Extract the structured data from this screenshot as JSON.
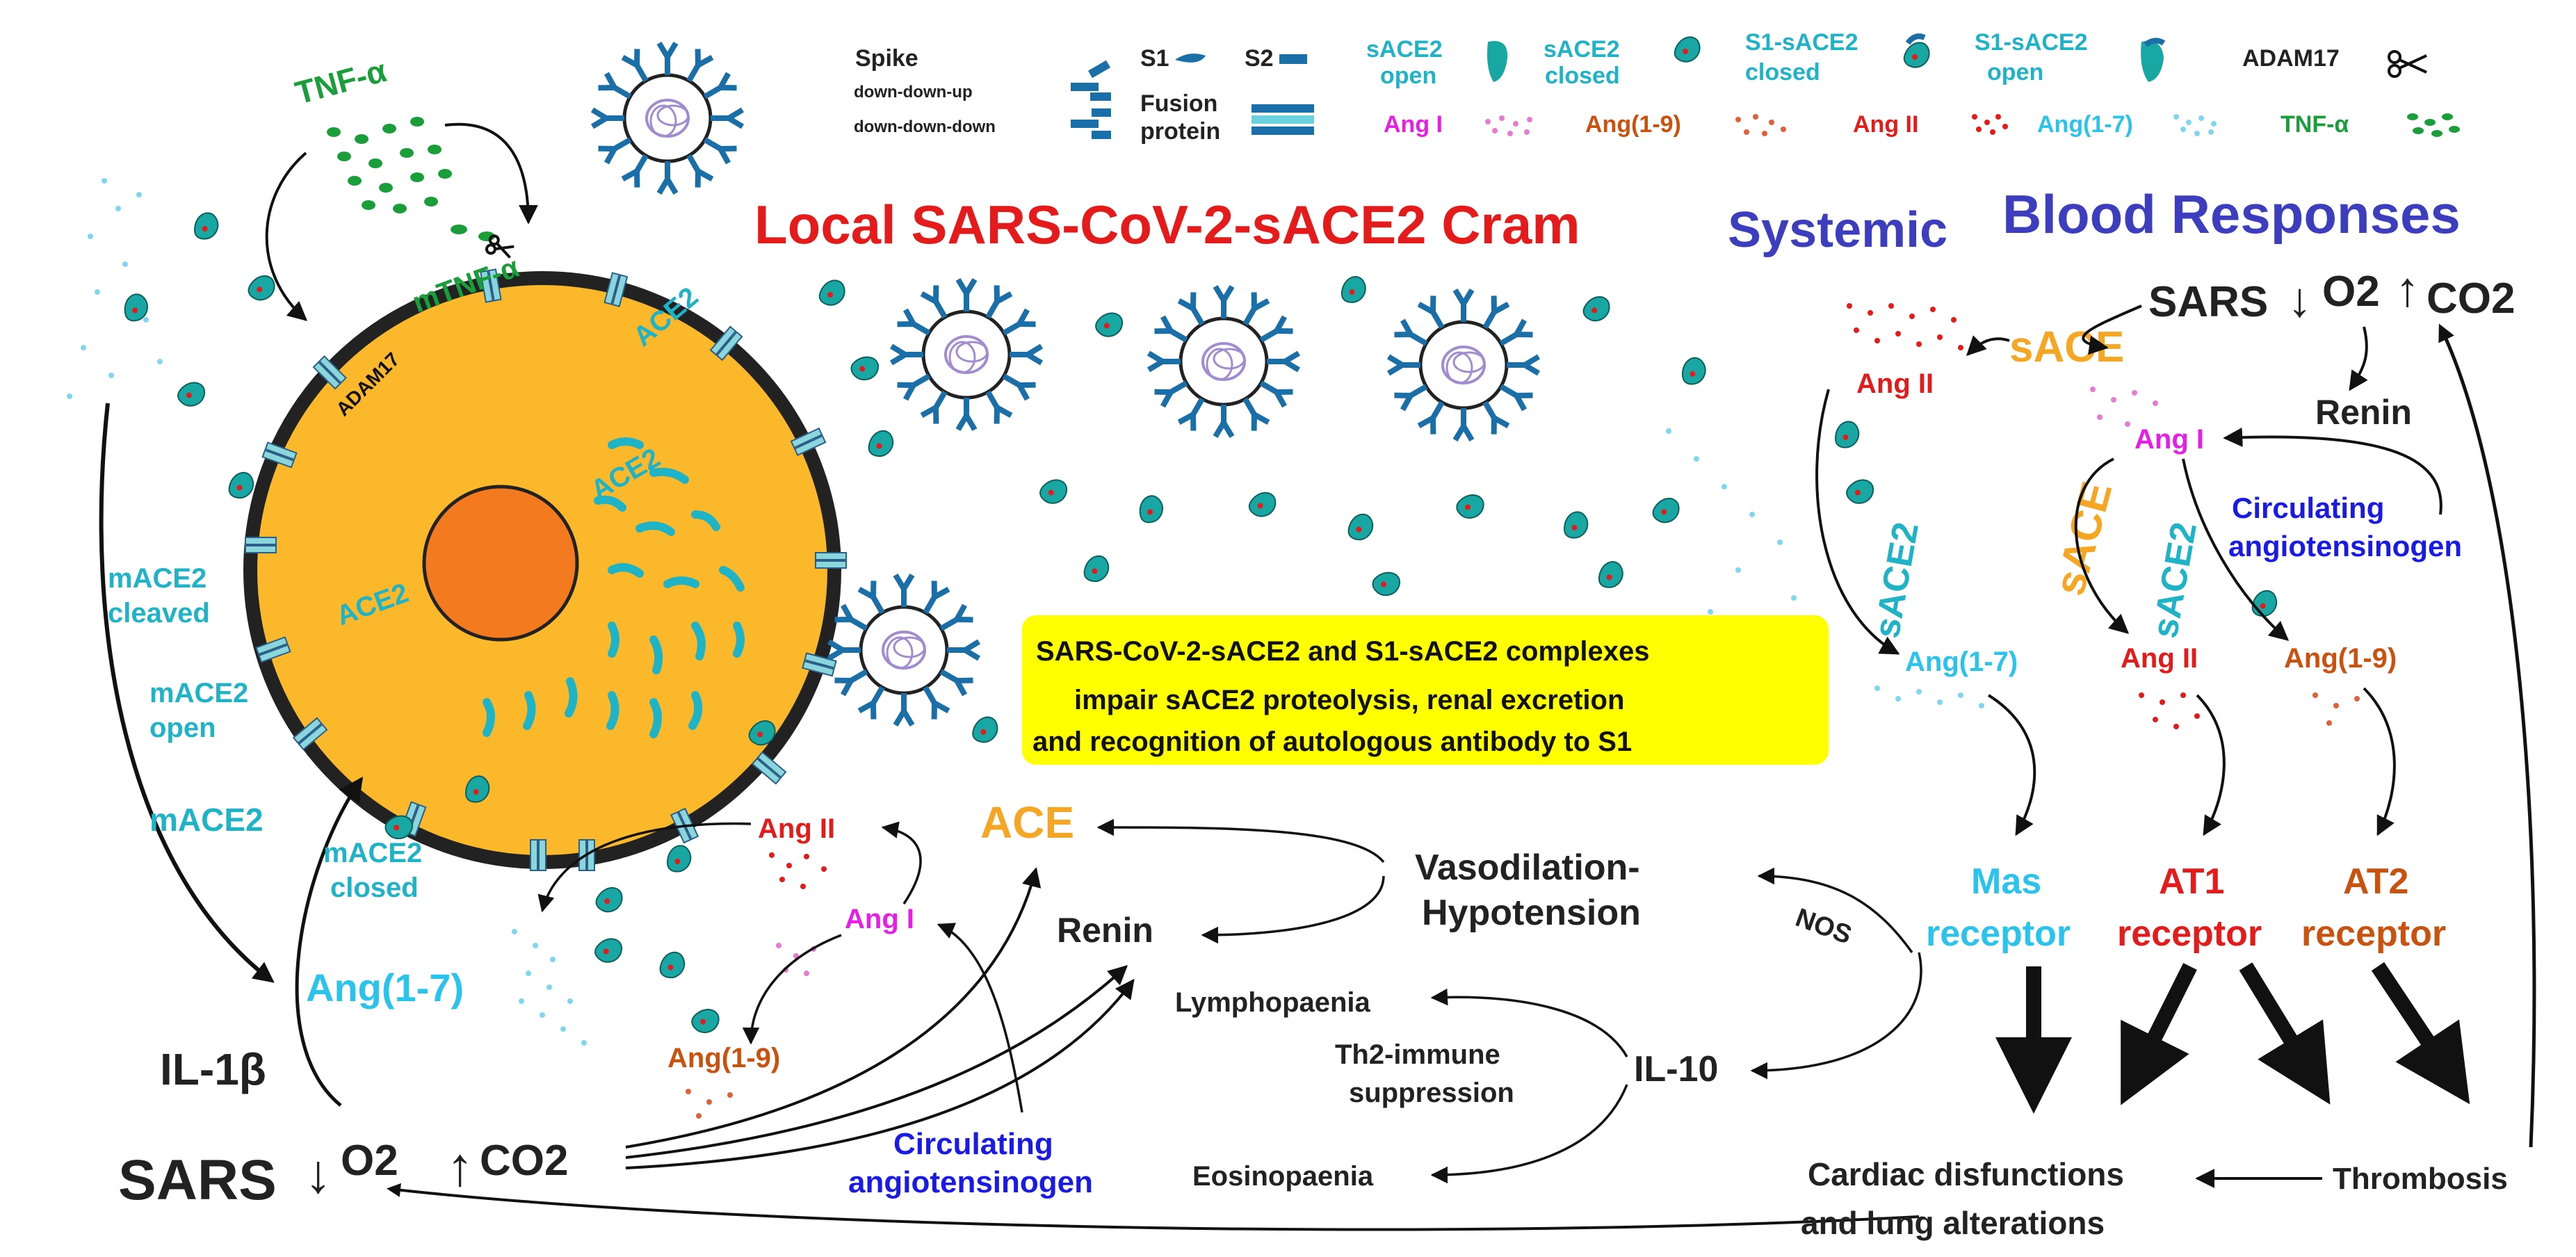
{
  "colors": {
    "cyan": "#1fb3c8",
    "teal": "#19a7a4",
    "skyblue": "#29c3ec",
    "red": "#e51a1a",
    "orange": "#f5a623",
    "brown": "#c9520f",
    "magenta": "#e61ee6",
    "green": "#1a9e3a",
    "navy": "#3d3dbf",
    "blue": "#1a1ae6",
    "cell": "#fbb82a",
    "nucleus": "#f47a20",
    "highlight": "#ffff00",
    "dark": "#222222",
    "virus_spike": "#1b6fa8"
  },
  "legend": {
    "spike_title": "Spike",
    "spike_ddu": "down-down-up",
    "spike_ddd": "down-down-down",
    "s1": "S1",
    "s2": "S2",
    "fusion_line1": "Fusion",
    "fusion_line2": "protein",
    "sace2_open_1": "sACE2",
    "sace2_open_2": "open",
    "sace2_closed_1": "sACE2",
    "sace2_closed_2": "closed",
    "s1_sace2_closed_1": "S1-sACE2",
    "s1_sace2_closed_2": "closed",
    "s1_sace2_open_1": "S1-sACE2",
    "s1_sace2_open_2": "open",
    "adam17": "ADAM17",
    "ang1": "Ang I",
    "ang19": "Ang(1-9)",
    "ang2": "Ang II",
    "ang17": "Ang(1-7)",
    "tnf": "TNF-α"
  },
  "titles": {
    "local_cram": "Local SARS-CoV-2-sACE2 Cram",
    "systemic": "Systemic",
    "blood_responses": "Blood Responses"
  },
  "cell": {
    "tnf_alpha": "TNF-α",
    "mtnf_alpha": "mTNF-α",
    "adam17": "ADAM17",
    "ace2_top": "ACE2",
    "ace2_inner": "ACE2",
    "ace2_left": "ACE2"
  },
  "left_labels": {
    "mace2_cleaved_1": "mACE2",
    "mace2_cleaved_2": "cleaved",
    "mace2_open_1": "mACE2",
    "mace2_open_2": "open",
    "mace2": "mACE2",
    "mace2_closed_1": "mACE2",
    "mace2_closed_2": "closed",
    "il1b": "IL-1β",
    "sars": "SARS",
    "o2": "O2",
    "co2": "CO2"
  },
  "banner": {
    "line1": "SARS-CoV-2-sACE2 and S1-sACE2  complexes",
    "line2": "impair sACE2 proteolysis, renal excretion",
    "line3": "and recognition of autologous antibody to S1"
  },
  "local_raas": {
    "ace": "ACE",
    "renin": "Renin",
    "ang2": "Ang II",
    "ang1": "Ang I",
    "ang17": "Ang(1-7)",
    "ang19": "Ang(1-9)",
    "circ_1": "Circulating",
    "circ_2": "angiotensinogen"
  },
  "middle": {
    "vaso_1": "Vasodilation-",
    "vaso_2": "Hypotension",
    "nos": "NOS",
    "lympho": "Lymphopaenia",
    "th2_1": "Th2-immune",
    "th2_2": "suppression",
    "il10": "IL-10",
    "eosino": "Eosinopaenia"
  },
  "systemic": {
    "sars": "SARS",
    "o2": "O2",
    "co2": "CO2",
    "sace_top": "sACE",
    "ang2_top": "Ang II",
    "renin": "Renin",
    "ang1": "Ang I",
    "sace_mid": "sACE",
    "sace2_left": "sACE2",
    "sace2_right": "sACE2",
    "circ_1": "Circulating",
    "circ_2": "angiotensinogen",
    "ang17": "Ang(1-7)",
    "ang2": "Ang II",
    "ang19": "Ang(1-9)",
    "mas_1": "Mas",
    "mas_2": "receptor",
    "at1_1": "AT1",
    "at1_2": "receptor",
    "at2_1": "AT2",
    "at2_2": "receptor",
    "cardiac_1": "Cardiac disfunctions",
    "cardiac_2": "and lung alterations",
    "thrombosis": "Thrombosis"
  }
}
